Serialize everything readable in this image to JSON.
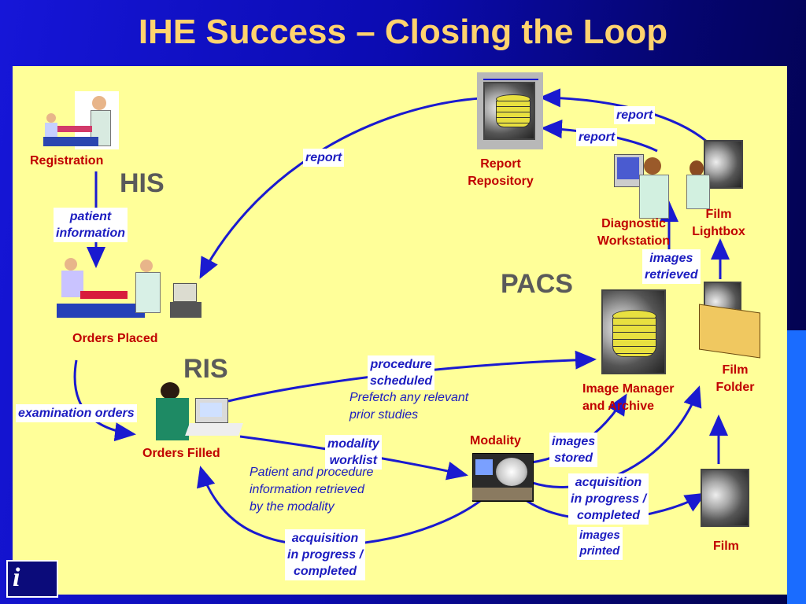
{
  "title": "IHE Success – Closing the Loop",
  "sections": {
    "his": "HIS",
    "ris": "RIS",
    "pacs": "PACS"
  },
  "nodes": {
    "registration": "Registration",
    "orders_placed": "Orders Placed",
    "orders_filled": "Orders Filled",
    "report_repository": [
      "Report",
      "Repository"
    ],
    "diagnostic_workstation": [
      "Diagnostic",
      "Workstation"
    ],
    "film_lightbox": [
      "Film",
      "Lightbox"
    ],
    "image_manager": [
      "Image Manager",
      "and Archive"
    ],
    "film_folder": [
      "Film",
      "Folder"
    ],
    "modality": "Modality",
    "film": "Film"
  },
  "transactions": {
    "patient_information": [
      "patient",
      "information"
    ],
    "report_his": "report",
    "report_top": "report",
    "report_second": "report",
    "images_retrieved": [
      "images",
      "retrieved"
    ],
    "examination_orders": "examination orders",
    "procedure_scheduled": [
      "procedure",
      "scheduled"
    ],
    "modality_worklist": [
      "modality",
      "worklist"
    ],
    "images_stored": [
      "images",
      "stored"
    ],
    "acquisition_right": [
      "acquisition",
      "in progress /",
      "completed"
    ],
    "images_printed": [
      "images",
      "printed"
    ],
    "acquisition_bottom": [
      "acquisition",
      "in progress /",
      "completed"
    ]
  },
  "notes": {
    "prefetch": [
      "Prefetch any relevant",
      "prior studies"
    ],
    "patient_procedure": [
      "Patient and procedure",
      "information retrieved",
      "by the modality"
    ]
  },
  "icons": {
    "registration": "patient-registration-icon",
    "orders_placed": "physician-patient-icon",
    "orders_filled": "clerk-computer-icon",
    "report_repository": "database-disk-icon",
    "diagnostic_workstation": "radiologist-workstation-icon",
    "film_lightbox": "radiologist-lightbox-icon",
    "image_manager": "archive-disk-icon",
    "film_folder": "film-folder-icon",
    "modality": "modality-scanner-icon",
    "film": "xray-film-icon"
  },
  "colors": {
    "title": "#ffd36e",
    "panel": "#ffff99",
    "arrow": "#1a1ad0",
    "node_label": "#c00000",
    "transaction": "#1c1cc0"
  }
}
